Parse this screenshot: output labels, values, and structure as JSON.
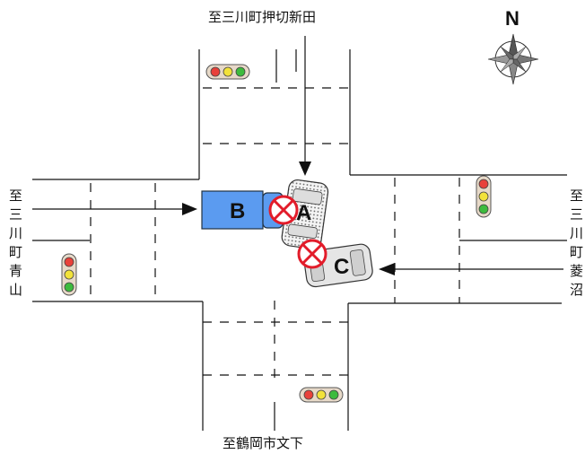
{
  "labels": {
    "north": "至三川町押切新田",
    "south": "至鶴岡市文下",
    "west": "至三川町青山",
    "east": "至三川町菱沼"
  },
  "compass": {
    "letter": "N"
  },
  "vehicles": {
    "a": "A",
    "b": "B",
    "c": "C"
  },
  "colors": {
    "truck_b": "#5b9bf0",
    "signal_red": "#e8413a",
    "signal_yellow": "#f2e23a",
    "signal_green": "#3dbb3d",
    "signal_housing": "#e7d9c8",
    "collision_mark": "#e21c2a"
  }
}
